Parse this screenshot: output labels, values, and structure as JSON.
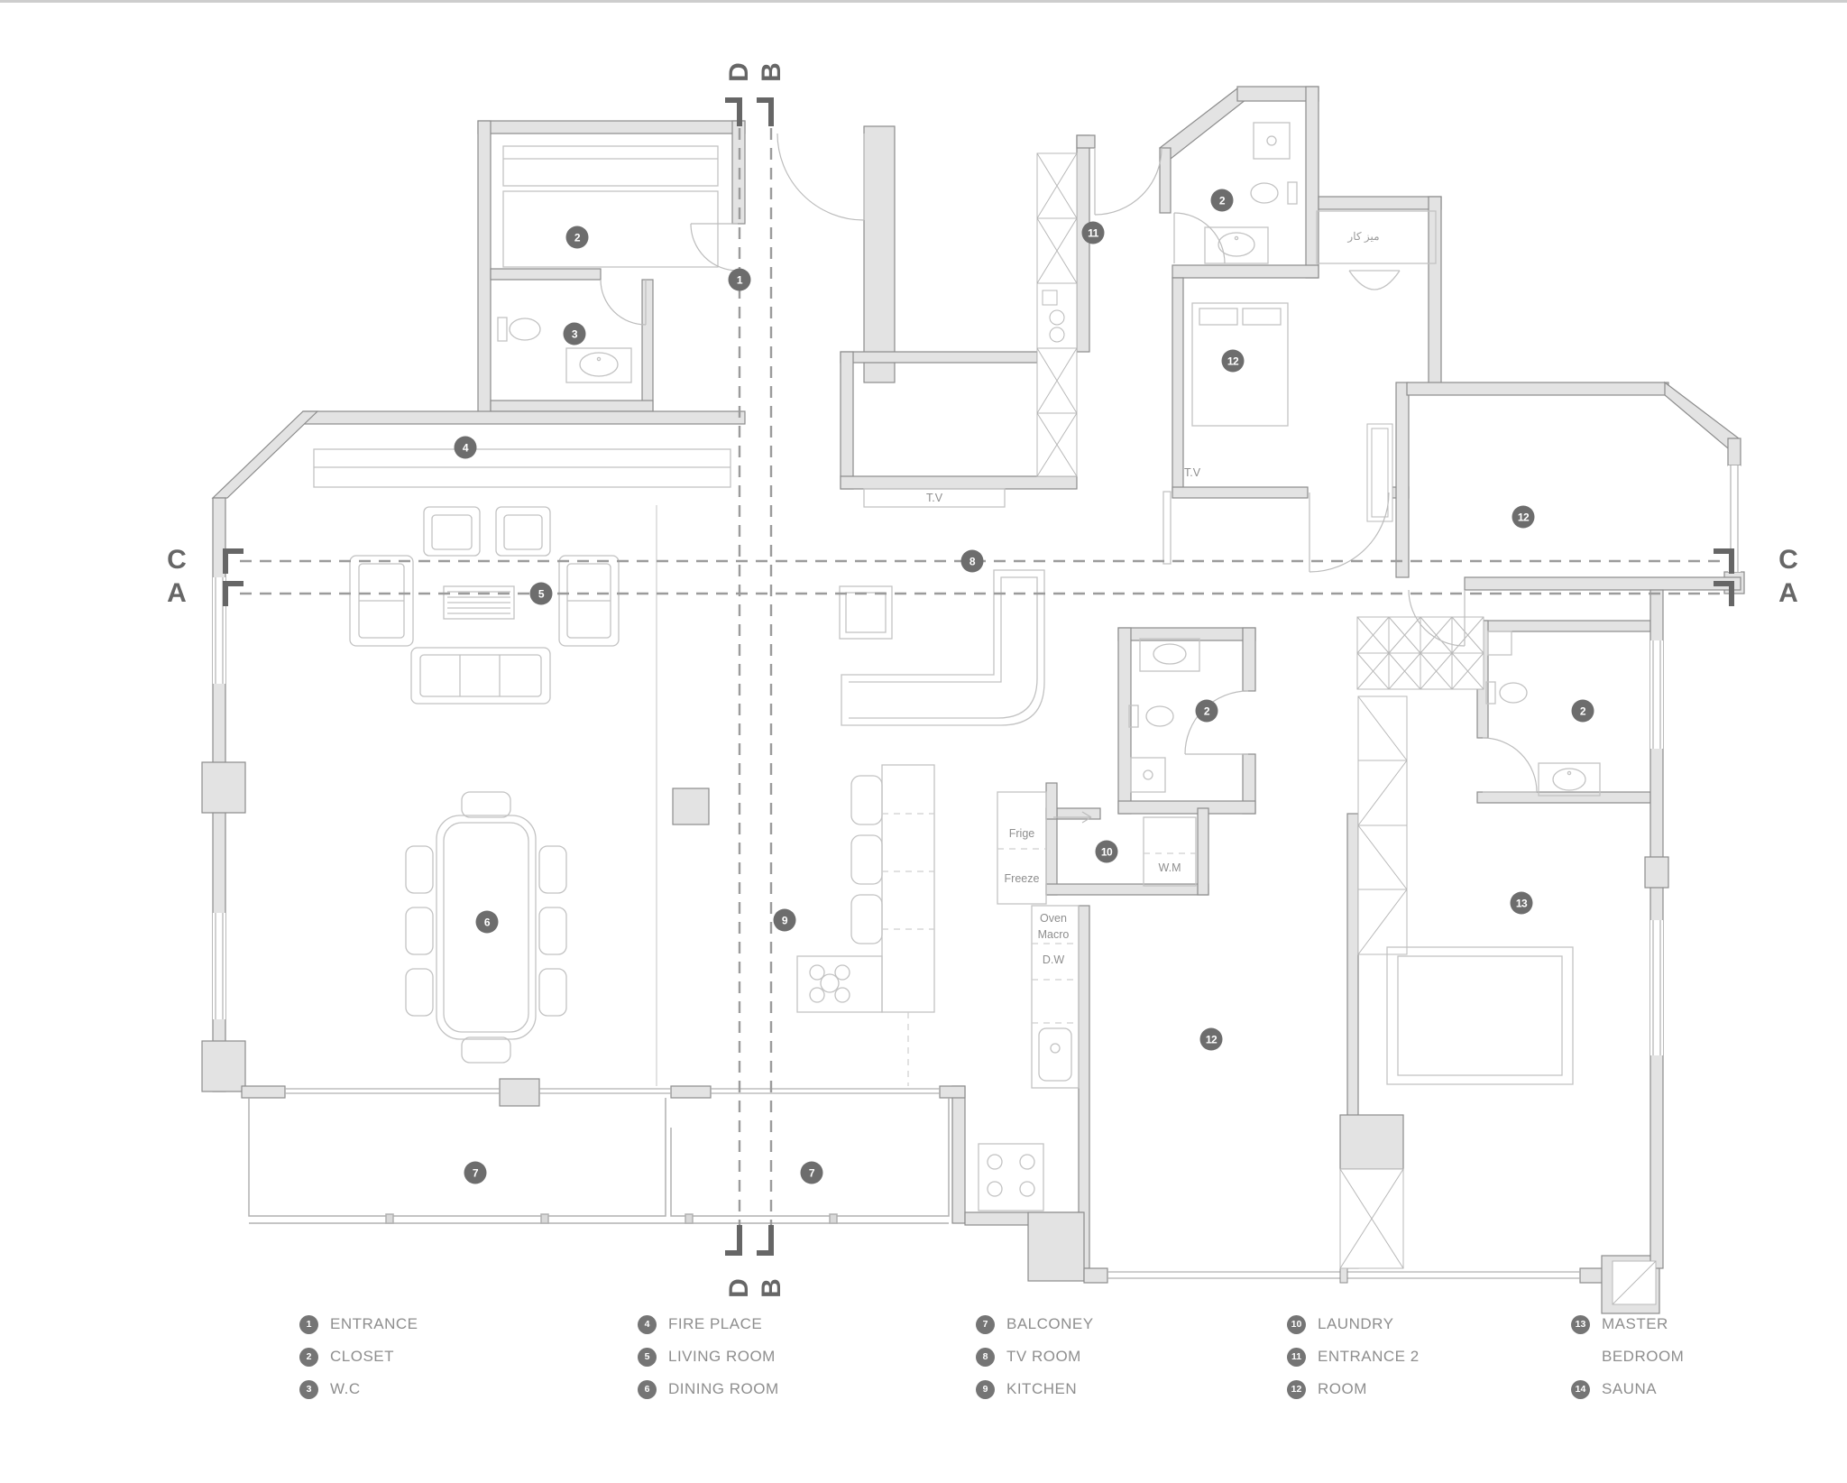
{
  "plan": {
    "section_labels": {
      "c": "C",
      "a": "A",
      "d": "D",
      "b": "B"
    },
    "badges": [
      {
        "id": "entrance",
        "num": "1"
      },
      {
        "id": "closet-top-left",
        "num": "2"
      },
      {
        "id": "wc",
        "num": "3"
      },
      {
        "id": "fireplace",
        "num": "4"
      },
      {
        "id": "living-room",
        "num": "5"
      },
      {
        "id": "dining-room",
        "num": "6"
      },
      {
        "id": "balcony-left",
        "num": "7"
      },
      {
        "id": "balcony-mid",
        "num": "7"
      },
      {
        "id": "tv-room",
        "num": "8"
      },
      {
        "id": "kitchen",
        "num": "9"
      },
      {
        "id": "laundry",
        "num": "10"
      },
      {
        "id": "entrance-2",
        "num": "11"
      },
      {
        "id": "room-top-right",
        "num": "12"
      },
      {
        "id": "room-right",
        "num": "12"
      },
      {
        "id": "room-bottom",
        "num": "12"
      },
      {
        "id": "master-bedroom",
        "num": "13"
      },
      {
        "id": "bath-top-right",
        "num": "2"
      },
      {
        "id": "bath-mid",
        "num": "2"
      },
      {
        "id": "bath-master",
        "num": "2"
      }
    ],
    "fixture_labels": {
      "tv_niche": "T.V",
      "tv_room_right": "T.V",
      "fridge": "Frige",
      "freezer": "Freeze",
      "oven_line1": "Oven",
      "oven_line2": "Macro",
      "dishwasher": "D.W",
      "washing_machine": "W.M",
      "desk": "میز کار"
    }
  },
  "legend": {
    "columns": [
      {
        "items": [
          {
            "num": "1",
            "label": "ENTRANCE"
          },
          {
            "num": "2",
            "label": "CLOSET"
          },
          {
            "num": "3",
            "label": "W.C"
          }
        ]
      },
      {
        "items": [
          {
            "num": "4",
            "label": "FIRE PLACE"
          },
          {
            "num": "5",
            "label": "LIVING ROOM"
          },
          {
            "num": "6",
            "label": "DINING ROOM"
          }
        ]
      },
      {
        "items": [
          {
            "num": "7",
            "label": "BALCONEY"
          },
          {
            "num": "8",
            "label": "TV ROOM"
          },
          {
            "num": "9",
            "label": "KITCHEN"
          }
        ]
      },
      {
        "items": [
          {
            "num": "10",
            "label": "LAUNDRY"
          },
          {
            "num": "11",
            "label": "ENTRANCE 2"
          },
          {
            "num": "12",
            "label": "ROOM"
          }
        ]
      },
      {
        "items": [
          {
            "num": "13",
            "label": "MASTER",
            "label2": "BEDROOM"
          },
          {
            "num": "14",
            "label": "SAUNA"
          }
        ]
      }
    ]
  },
  "colors": {
    "wall_fill": "#e3e3e3",
    "wall_stroke": "#8c8c8c",
    "badge": "#6d6d6d",
    "text": "#8e8e8e",
    "dash": "#9b9b9b",
    "thin": "#c2c2c2"
  }
}
